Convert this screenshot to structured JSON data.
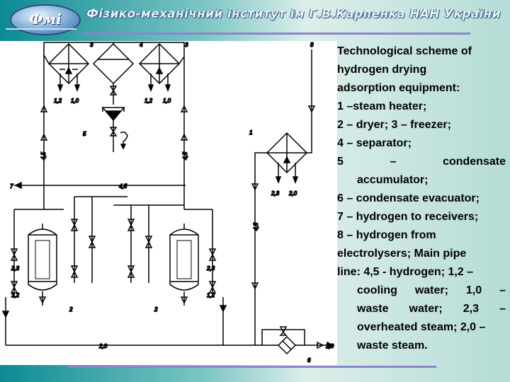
{
  "header": {
    "logo_text": "Фмі",
    "institute_title": "Фізико-механічний інститут ім Г.В.Карпенка НАН України"
  },
  "description": {
    "lines": [
      "Technological scheme of",
      "hydrogen drying",
      "adsorption equipment:",
      "1 –steam heater;",
      "2 – dryer; 3 – freezer;",
      "4 – separator;",
      "5",
      "–",
      "condensate",
      "accumulator;",
      "6 – condensate evacuator;",
      "7 – hydrogen to receivers;",
      "8 – hydrogen from",
      "electrolysers; Main pipe",
      "line: 4,5 - hydrogen; 1,2 –",
      "cooling",
      "water;",
      "1,0",
      "–",
      "waste",
      "water;",
      "2,3",
      "–",
      "overheated steam; 2,0 –",
      "waste steam."
    ]
  },
  "scheme": {
    "labels": {
      "n1": "1",
      "n2a": "2",
      "n2b": "2",
      "n3a": "3",
      "n3b": "3",
      "n4": "4",
      "n5": "5",
      "n6": "6",
      "n7": "7",
      "n8": "8",
      "f12a": "1,2",
      "f10a": "1,0",
      "f12b": "1,2",
      "f10b": "1,0",
      "f23c": "2,3",
      "f20c": "2,0",
      "f45a": "4,5",
      "f45b": "4,5",
      "f45c": "4,5",
      "f45d": "4,5",
      "f23l": "2,3",
      "f12l": "1,2",
      "f23r": "2,3",
      "f12r": "1,2",
      "f20b": "2,0",
      "f20e": "2,0"
    }
  }
}
